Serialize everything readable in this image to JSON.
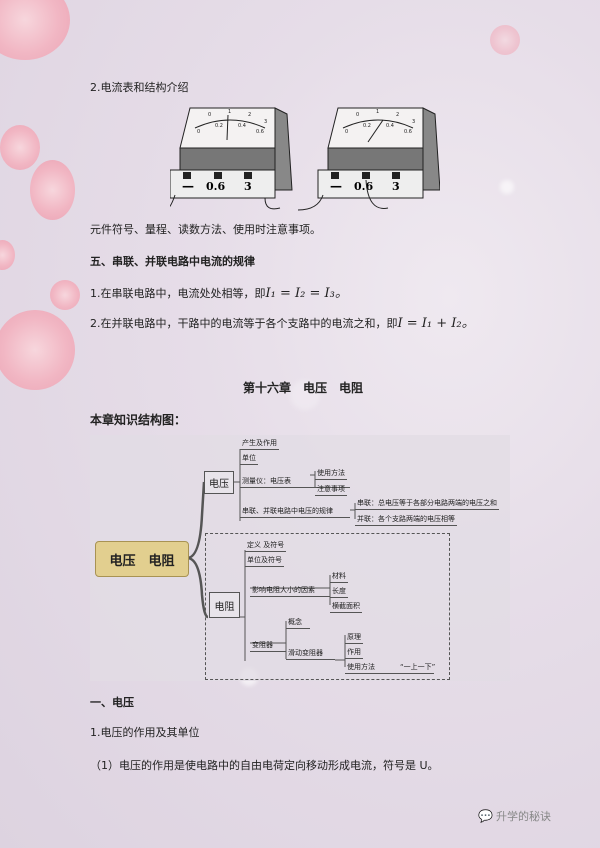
{
  "section_ammeter": {
    "title": "2.电流表和结构介绍",
    "meter_scale_top": [
      "0",
      "1",
      "2",
      "3"
    ],
    "meter_scale_bottom": [
      "0",
      "0.2",
      "0.4",
      "0.6"
    ],
    "terminals": [
      "—",
      "0.6",
      "3"
    ],
    "note": "元件符号、量程、读数方法、使用时注意事项。"
  },
  "section5": {
    "heading": "五、串联、并联电路中电流的规律",
    "item1": "1.在串联电路中，电流处处相等，即",
    "formula1": "I₁ = I₂ = I₃。",
    "item2": "2.在并联电路中，干路中的电流等于各个支路中的电流之和，即",
    "formula2": "I = I₁ + I₂。"
  },
  "chapter": {
    "title": "第十六章　电压　电阻",
    "map_label": "本章知识结构图："
  },
  "mindmap": {
    "root": "电压　电阻",
    "voltage": {
      "label": "电压",
      "items": [
        "产生及作用",
        "单位",
        "测量仪：电压表",
        "串联、并联电路中电压的规律"
      ],
      "meter_sub": [
        "使用方法",
        "注意事项"
      ],
      "law_sub": [
        "串联：总电压等于各部分电路两端的电压之和",
        "并联：各个支路两端的电压相等"
      ]
    },
    "resistance": {
      "label": "电阻",
      "items": [
        "定义 及符号",
        "单位及符号",
        "影响电阻大小的因素",
        "变阻器"
      ],
      "factors": [
        "材料",
        "长度",
        "横截面积"
      ],
      "rheostat_sub": [
        "概念",
        "滑动变阻器"
      ],
      "slide_sub": [
        "原理",
        "作用",
        "使用方法"
      ],
      "usage_note": "“一上一下”"
    }
  },
  "section1": {
    "heading": "一、电压",
    "sub": "1.电压的作用及其单位",
    "item": "（1）电压的作用是使电路中的自由电荷定向移动形成电流，符号是 U。"
  },
  "watermark": {
    "text": "升学的秘诀",
    "icon": "wechat-icon"
  }
}
